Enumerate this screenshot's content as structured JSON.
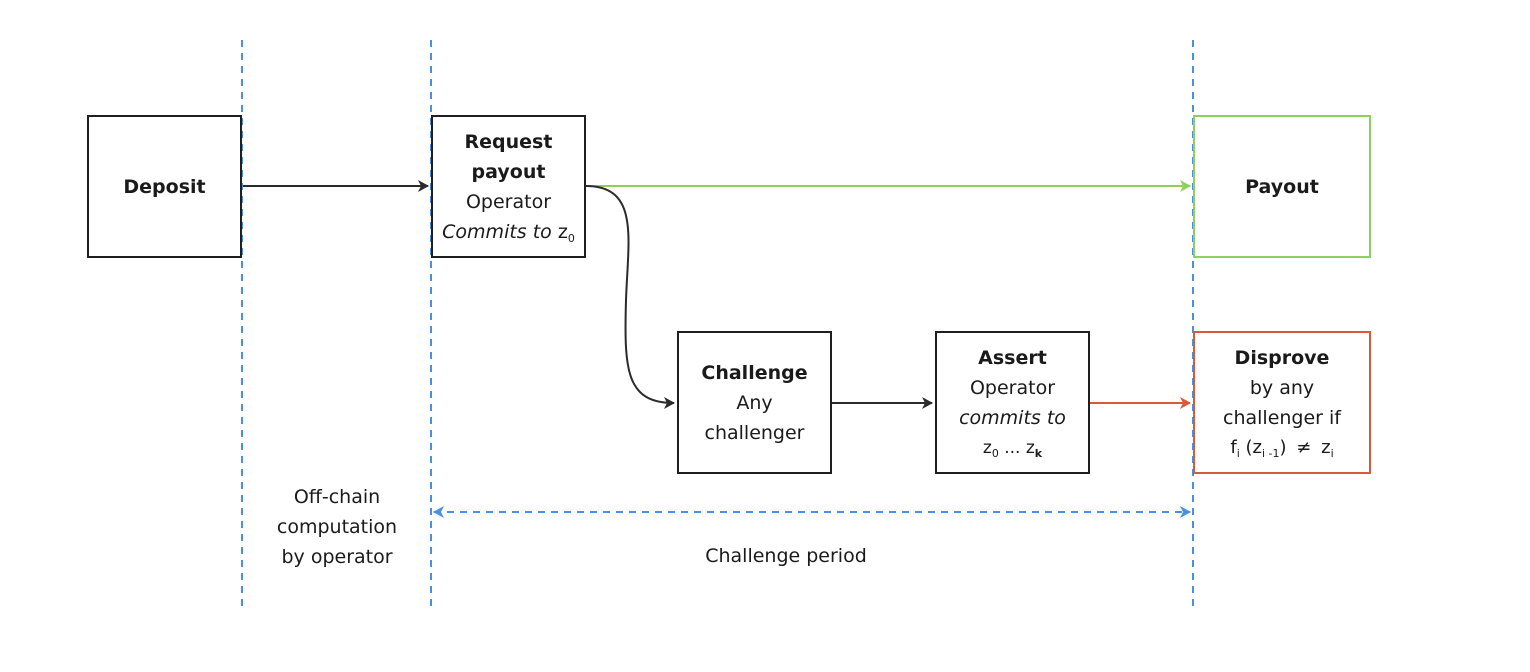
{
  "colors": {
    "timeline": "#4a90e2",
    "flow": "#2b2b2b",
    "payout": "#8fcf60",
    "disprove": "#d9593b"
  },
  "nodes": {
    "deposit": {
      "title": "Deposit"
    },
    "request": {
      "title_1": "Request",
      "title_2": "payout",
      "line": "Operator",
      "commit": "Commits to",
      "var": "z",
      "var_sub": "0"
    },
    "payout": {
      "title": "Payout"
    },
    "challenge": {
      "title": "Challenge",
      "line_1": "Any",
      "line_2": "challenger"
    },
    "assert": {
      "title": "Assert",
      "line": "Operator",
      "commit": "commits to",
      "var_a": "z",
      "var_a_sub": "0",
      "ellipsis": "...",
      "var_b": "z",
      "var_b_sub": "k"
    },
    "disprove": {
      "title": "Disprove",
      "line_1": "by any",
      "line_2": "challenger if",
      "expr_f": "f",
      "expr_f_sub": "i",
      "expr_arg": "(z",
      "expr_arg_sub": "i -1",
      "expr_close": ")",
      "neq": "≠",
      "expr_z": "z",
      "expr_z_sub": "i"
    }
  },
  "labels": {
    "offchain_1": "Off-chain",
    "offchain_2": "computation",
    "offchain_3": "by operator",
    "challenge_period": "Challenge period"
  }
}
